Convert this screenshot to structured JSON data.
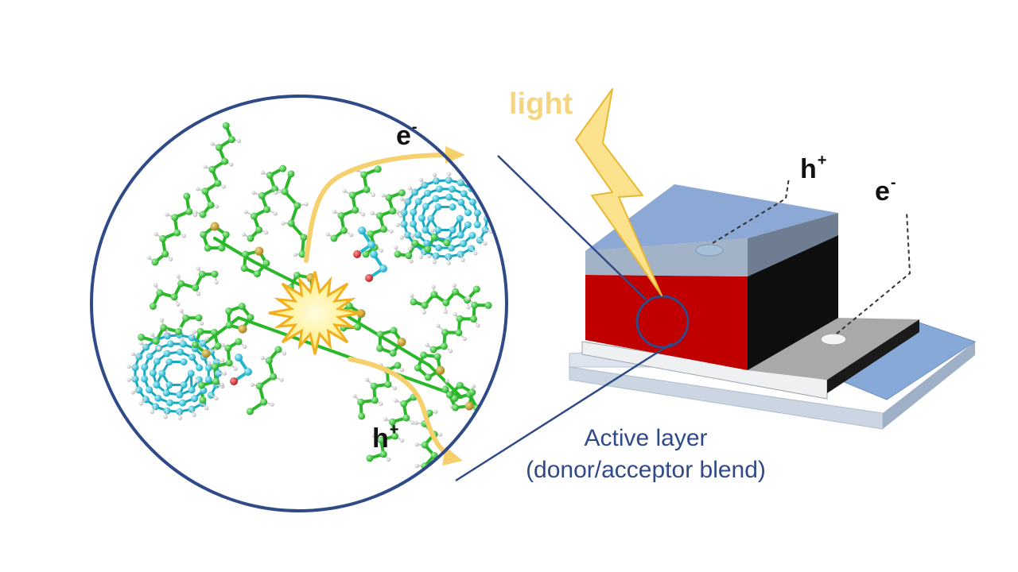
{
  "labels": {
    "light": "light",
    "electron": {
      "base": "e",
      "sup": "-"
    },
    "hole": {
      "base": "h",
      "sup": "+"
    },
    "active_layer_title": "Active layer",
    "active_layer_subtitle": "(donor/acceptor blend)"
  },
  "colors": {
    "outline_blue": "#2f4a86",
    "light_yellow": "#f6d57f",
    "arrow_yellow": "#f7d06e",
    "active_red": "#c00000",
    "electrode_blue": "#7fa4d6",
    "polymer_green": "#33cc33",
    "acceptor_cyan": "#22c4d8",
    "sulfur": "#c8a030",
    "oxygen": "#d03030"
  },
  "icons": [
    "lightning-bolt-icon",
    "exciton-burst-icon"
  ]
}
